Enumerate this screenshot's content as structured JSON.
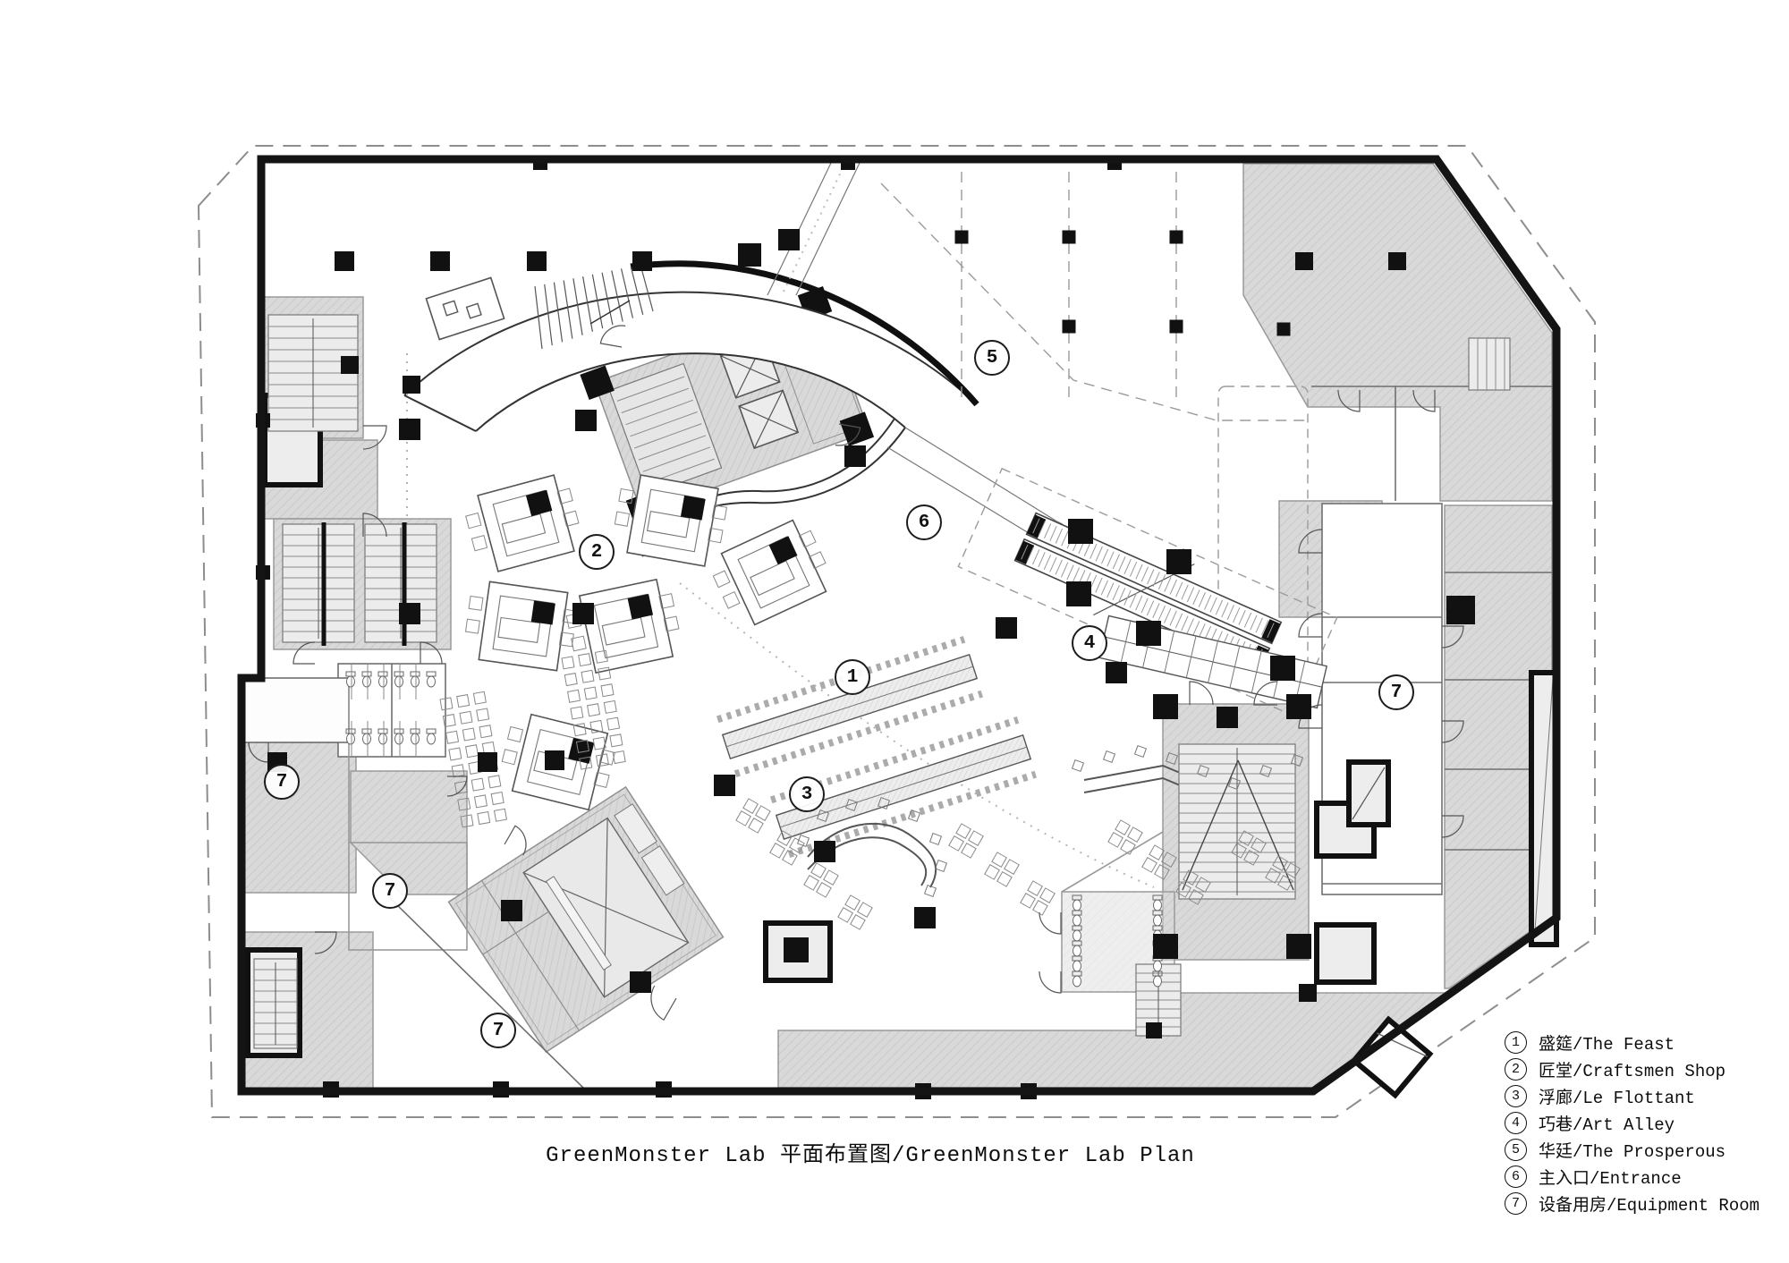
{
  "header": {
    "title": "GreenMonster Lab 平面布置图/GreenMonster Lab Plan"
  },
  "plan": {
    "markers": [
      {
        "zone": "craftsmen-shop",
        "label": "2"
      },
      {
        "zone": "the-prosperous",
        "label": "5"
      },
      {
        "zone": "entrance",
        "label": "6"
      },
      {
        "zone": "the-feast",
        "label": "1"
      },
      {
        "zone": "art-alley",
        "label": "4"
      },
      {
        "zone": "le-flottant",
        "label": "3"
      },
      {
        "zone": "equipment-room",
        "label": "7"
      },
      {
        "zone": "equipment-room",
        "label": "7"
      },
      {
        "zone": "equipment-room",
        "label": "7"
      },
      {
        "zone": "equipment-room",
        "label": "7"
      }
    ]
  },
  "legend": {
    "items": [
      {
        "num": "1",
        "label": "盛筵/The Feast"
      },
      {
        "num": "2",
        "label": "匠堂/Craftsmen Shop"
      },
      {
        "num": "3",
        "label": "浮廊/Le Flottant"
      },
      {
        "num": "4",
        "label": "巧巷/Art Alley"
      },
      {
        "num": "5",
        "label": "华廷/The Prosperous"
      },
      {
        "num": "6",
        "label": "主入口/Entrance"
      },
      {
        "num": "7",
        "label": "设备用房/Equipment Room"
      }
    ]
  },
  "style": {
    "background": "#ffffff",
    "wall_color": "#161616",
    "area_fill": "#d8d8d8",
    "hatch_line": "#c9c9c9",
    "line_color": "#4a4a4a",
    "dash_color": "#999999"
  }
}
